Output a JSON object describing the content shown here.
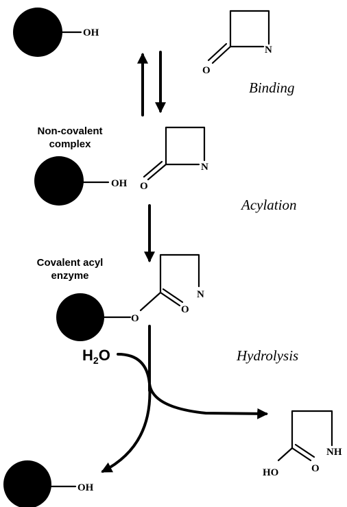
{
  "diagram": {
    "stages": {
      "binding": {
        "label": "Binding",
        "enzyme_group": "OH",
        "lactam": {
          "carbonyl_o": "O",
          "ring_n": "N"
        }
      },
      "noncovalent": {
        "caption_line1": "Non-covalent",
        "caption_line2": "complex",
        "enzyme_group": "OH",
        "lactam": {
          "carbonyl_o": "O",
          "ring_n": "N"
        }
      },
      "acylation": {
        "label": "Acylation"
      },
      "acyl_enzyme": {
        "caption_line1": "Covalent acyl",
        "caption_line2": "enzyme",
        "ester_o": "O",
        "carbonyl_o": "O",
        "ring_n": "N"
      },
      "hydrolysis": {
        "label": "Hydrolysis",
        "water_main": "H",
        "water_sub": "2",
        "water_end": "O"
      },
      "products": {
        "enzyme_group": "OH",
        "acid_ho": "HO",
        "acid_o": "O",
        "amine": "NH"
      }
    }
  }
}
